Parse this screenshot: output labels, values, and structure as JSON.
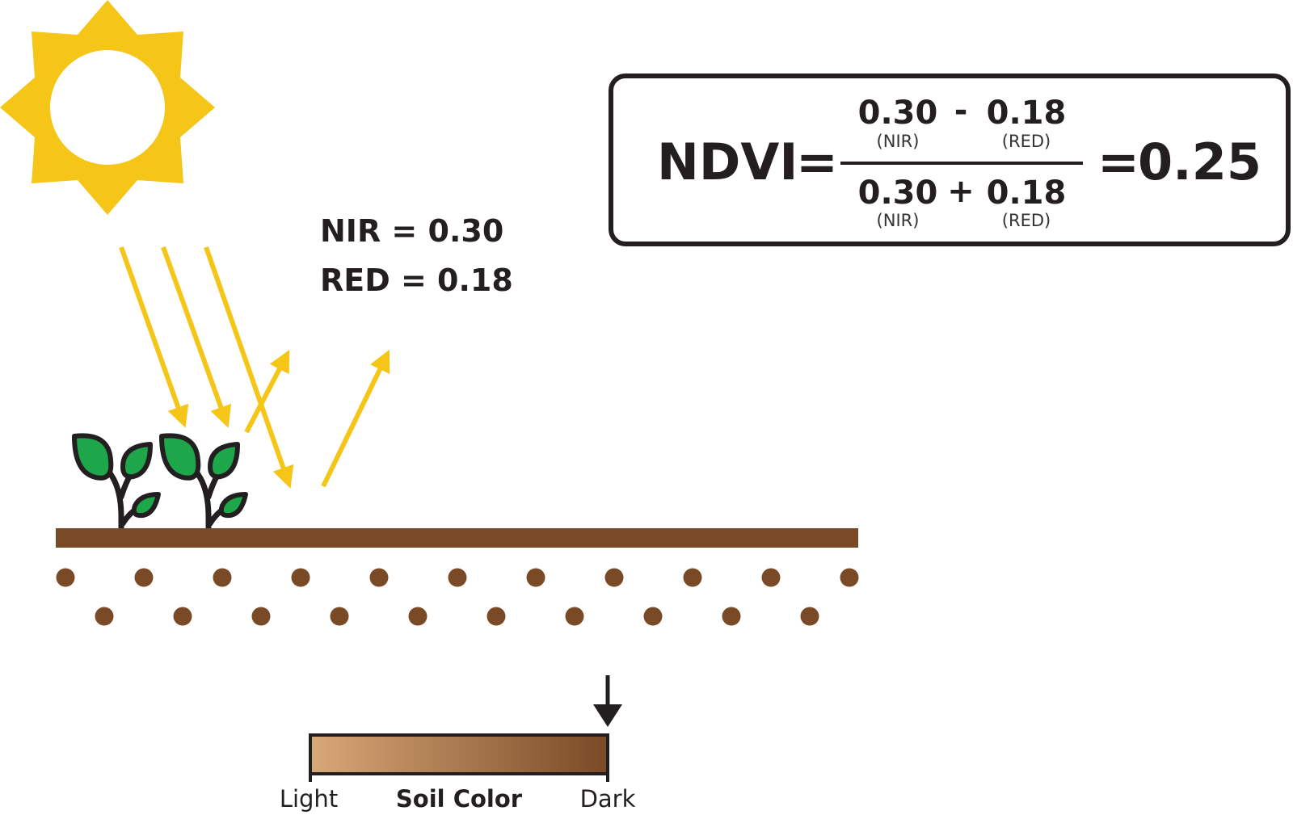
{
  "colors": {
    "sun": "#F5C518",
    "rays": "#F5C518",
    "leaf": "#1EA64A",
    "stem_outline": "#231F20",
    "soil": "#7A4A27",
    "soil_light": "#D8A878",
    "soil_dark": "#7A4A27",
    "text": "#231F20"
  },
  "icons": [
    "sun-icon",
    "plant-icon",
    "down-arrow-icon"
  ],
  "reflectance": {
    "nir_line": "NIR = 0.30",
    "red_line": "RED = 0.18"
  },
  "formula": {
    "lhs": "NDVI",
    "equals": "=",
    "numerator": {
      "a": "0.30",
      "a_label": "(NIR)",
      "op": "-",
      "b": "0.18",
      "b_label": "(RED)"
    },
    "denominator": {
      "a": "0.30",
      "a_label": "(NIR)",
      "op": "+",
      "b": "0.18",
      "b_label": "(RED)"
    },
    "result_equals": "=",
    "result": "0.25"
  },
  "soil_scale": {
    "label_light": "Light",
    "label_title": "Soil Color",
    "label_dark": "Dark",
    "marker_fraction": 1.0
  }
}
